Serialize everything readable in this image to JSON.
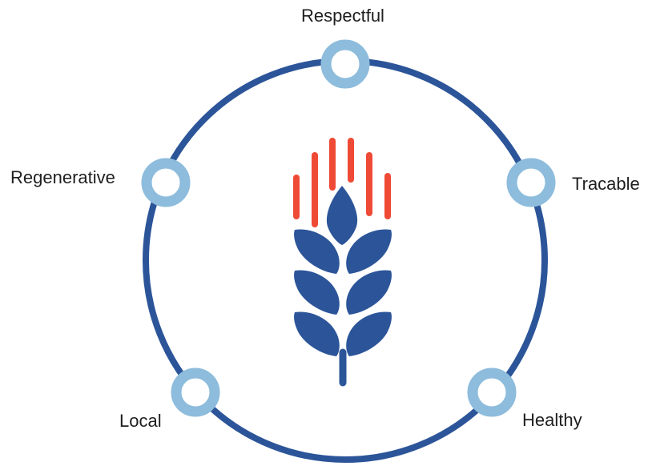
{
  "nodes": [
    {
      "id": "top",
      "label": "Respectful"
    },
    {
      "id": "right",
      "label": "Tracable"
    },
    {
      "id": "left",
      "label": "Regenerative"
    },
    {
      "id": "bottom_left",
      "label": "Local"
    },
    {
      "id": "bottom_right",
      "label": "Healthy"
    }
  ],
  "center_icon": "wheat-icon",
  "colors": {
    "ring": "#2c5599",
    "node": "#8dbcdc",
    "wheat_grain": "#2c5599",
    "wheat_awns": "#ef4a36"
  }
}
